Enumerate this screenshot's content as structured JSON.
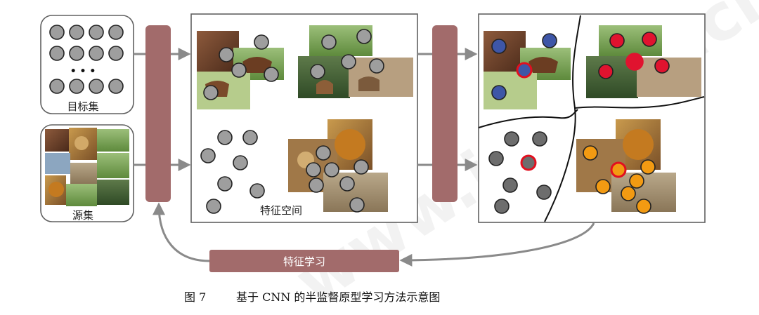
{
  "labels": {
    "target_set": "目标集",
    "source_set": "源集",
    "feature_space": "特征空间",
    "feature_learning": "特征学习",
    "watermark": "www.jos.org.cn"
  },
  "caption": {
    "figure_no": "图 7",
    "text": "基于 CNN 的半监督原型学习方法示意图"
  },
  "target_set_ellipsis": "• • •",
  "colors": {
    "maroon_block": "#a26b6b",
    "arrow_gray": "#8a8a8a",
    "box_border": "#606060",
    "gray_node": "#9e9e9e",
    "dark_gray_node": "#6d6d6d",
    "blue_cluster": "#3e56a7",
    "red_cluster": "#e0132f",
    "orange_cluster": "#f29a12",
    "prototype_ring": "#e1101f",
    "photo_grass": "#7fa35b",
    "photo_lion": "#a97a3a",
    "photo_brown": "#7a5436"
  },
  "icons": [
    "horse-photo",
    "deer-photo",
    "lion-photo",
    "node-circle",
    "flow-arrow"
  ]
}
